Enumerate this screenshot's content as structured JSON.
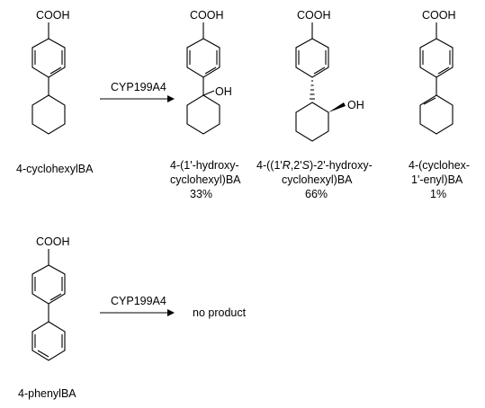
{
  "reaction1": {
    "substrate": {
      "group": "COOH",
      "name": "4-cyclohexylBA"
    },
    "enzyme": "CYP199A4",
    "products": [
      {
        "group": "COOH",
        "oh_label": "OH",
        "name_line1": "4-(1'-hydroxy-",
        "name_line2": "cyclohexyl)BA",
        "yield": "33%"
      },
      {
        "group": "COOH",
        "oh_label": "OH",
        "name_line1_pre": "4-((1'",
        "name_line1_r": "R",
        "name_line1_mid": ",2'",
        "name_line1_s": "S",
        "name_line1_post": ")-2'-hydroxy-",
        "name_line2": "cyclohexyl)BA",
        "yield": "66%"
      },
      {
        "group": "COOH",
        "name_line1": "4-(cyclohex-",
        "name_line2": "1'-enyl)BA",
        "yield": "1%"
      }
    ]
  },
  "reaction2": {
    "substrate": {
      "group": "COOH",
      "name": "4-phenylBA"
    },
    "enzyme": "CYP199A4",
    "outcome": "no product"
  }
}
